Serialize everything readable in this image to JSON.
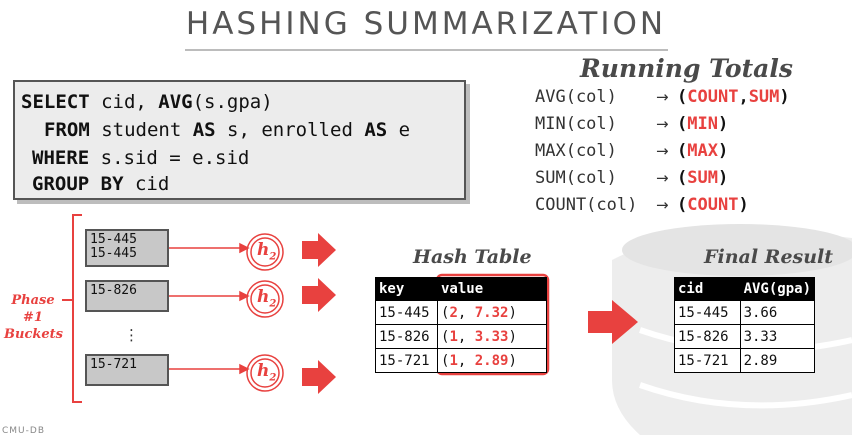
{
  "slide": {
    "title": "HASHING SUMMARIZATION",
    "accent_color": "#e8413f"
  },
  "sql": {
    "line1": {
      "kw": "SELECT",
      "rest": " cid, ",
      "kw2": "AVG",
      "rest2": "(s.gpa)"
    },
    "line2": {
      "kw": "FROM",
      "rest": " student ",
      "kw2": "AS",
      "rest2": " s, enrolled ",
      "kw3": "AS",
      "rest3": " e"
    },
    "line3": {
      "kw": "WHERE",
      "rest": " s.sid = e.sid"
    },
    "line4": {
      "kw": "GROUP BY",
      "rest": " cid"
    }
  },
  "running_totals": {
    "title": "Running Totals",
    "rows": [
      {
        "fn": "AVG(col)",
        "res": [
          "(",
          "COUNT",
          ",",
          "SUM",
          ")"
        ]
      },
      {
        "fn": "MIN(col)",
        "res": [
          "(",
          "MIN",
          ")"
        ]
      },
      {
        "fn": "MAX(col)",
        "res": [
          "(",
          "MAX",
          ")"
        ]
      },
      {
        "fn": "SUM(col)",
        "res": [
          "(",
          "SUM",
          ")"
        ]
      },
      {
        "fn": "COUNT(col)",
        "res": [
          "(",
          "COUNT",
          ")"
        ]
      }
    ],
    "arrow": "→"
  },
  "phase": {
    "line1": "Phase #1",
    "line2": "Buckets"
  },
  "buckets": [
    {
      "lines": [
        "15-445",
        "15-445"
      ]
    },
    {
      "lines": [
        "15-826"
      ]
    },
    {
      "lines": [
        "15-721"
      ]
    }
  ],
  "ellipsis": "⋮",
  "hash_label": {
    "letter": "h",
    "sub": "2"
  },
  "hash_table": {
    "title": "Hash Table",
    "headers": [
      "key",
      "value"
    ],
    "rows": [
      {
        "key": "15-445",
        "open": "(",
        "count": "2",
        "sep": ", ",
        "sum": "7.32",
        "close": ")"
      },
      {
        "key": "15-826",
        "open": "(",
        "count": "1",
        "sep": ", ",
        "sum": "3.33",
        "close": ")"
      },
      {
        "key": "15-721",
        "open": "(",
        "count": "1",
        "sep": ", ",
        "sum": "2.89",
        "close": ")"
      }
    ]
  },
  "final_result": {
    "title": "Final Result",
    "headers": [
      "cid",
      "AVG(gpa)"
    ],
    "rows": [
      [
        "15-445",
        "3.66"
      ],
      [
        "15-826",
        "3.33"
      ],
      [
        "15-721",
        "2.89"
      ]
    ]
  },
  "footer": {
    "text": "CMU-DB"
  }
}
